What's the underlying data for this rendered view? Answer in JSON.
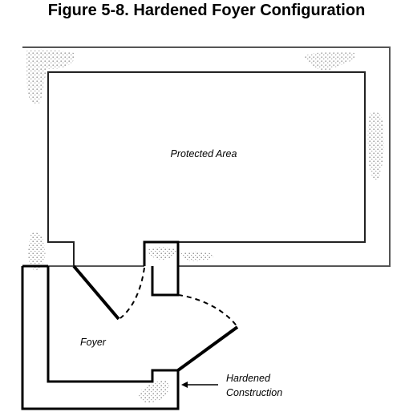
{
  "figure": {
    "title": "Figure 5-8.  Hardened Foyer Configuration"
  },
  "diagram": {
    "labels": {
      "protected_area": "Protected Area",
      "foyer": "Foyer",
      "hardened_line1": "Hardened",
      "hardened_line2": "Construction"
    }
  }
}
